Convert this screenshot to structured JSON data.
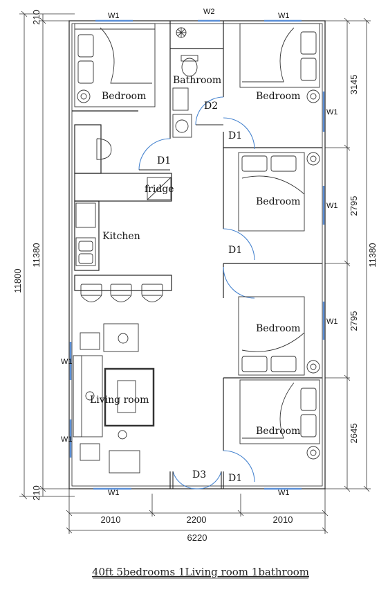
{
  "title": "40ft 5bedrooms 1Living room 1bathroom",
  "rooms": {
    "bedroom_top_left": "Bedroom",
    "bathroom": "Bathroom",
    "bedroom_top_right": "Bedroom",
    "bedroom_mid_1": "Bedroom",
    "bedroom_mid_2": "Bedroom",
    "bedroom_bottom_right": "Bedroom",
    "kitchen": "Kitchen",
    "fridge": "fridge",
    "living_room": "Living room"
  },
  "doors": {
    "d1_a": "D1",
    "d1_b": "D1",
    "d1_c": "D1",
    "d1_d": "D1",
    "d2": "D2",
    "d3": "D3"
  },
  "windows": {
    "w1_top_left": "W1",
    "w2_top": "W2",
    "w1_top_right": "W1",
    "w1_right_1": "W1",
    "w1_right_2": "W1",
    "w1_right_3": "W1",
    "w1_left_1": "W1",
    "w1_left_2": "W1",
    "w1_bottom_left": "W1",
    "w1_bottom_right": "W1"
  },
  "dimensions": {
    "left_total": "11800",
    "left_inner": "11380",
    "left_top": "210",
    "left_bottom": "210",
    "right_total": "11380",
    "right_segments": [
      "3145",
      "2795",
      "2795",
      "2645"
    ],
    "bottom_segments": [
      "2010",
      "2200",
      "2010"
    ],
    "bottom_total": "6220"
  },
  "colors": {
    "wall": "#222222",
    "window": "#5b8fd6",
    "door_arc": "#4a86d0"
  }
}
